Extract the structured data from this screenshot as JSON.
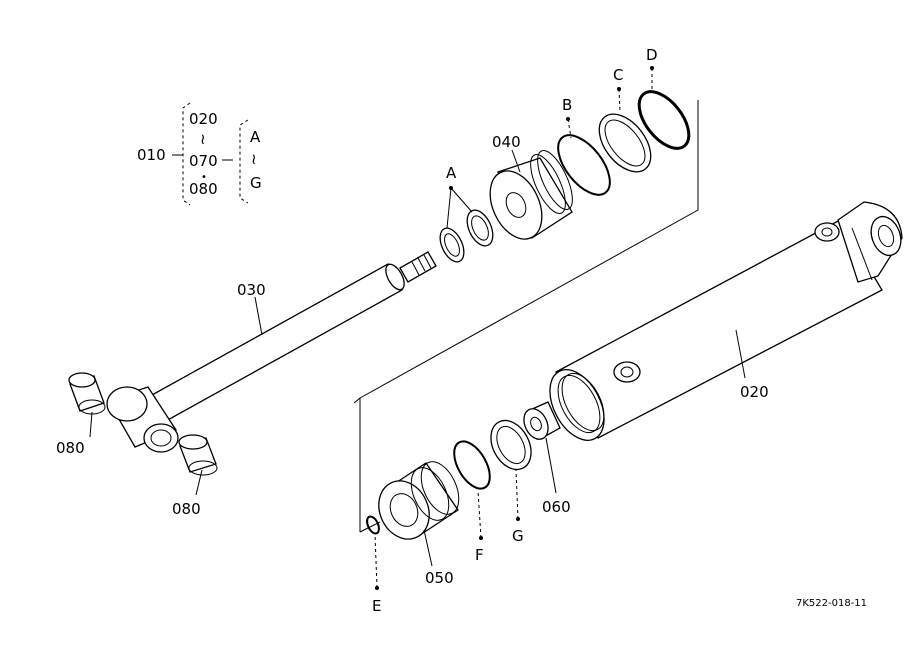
{
  "legend": {
    "parent": "010",
    "from": "020",
    "range_symbol": "≀",
    "to": "070",
    "dot": "•",
    "extra": "080",
    "seal_from": "A",
    "seal_range_symbol": "≀",
    "seal_to": "G"
  },
  "parts": {
    "cylinder_tube": "020",
    "piston_rod": "030",
    "piston": "040",
    "rod_guide": "050",
    "nut": "060",
    "bushing_left": "080",
    "bushing_right": "080"
  },
  "seals": {
    "a": "A",
    "b": "B",
    "c": "C",
    "d": "D",
    "e": "E",
    "f": "F",
    "g": "G"
  },
  "drawing_code": "7K522-018-11"
}
